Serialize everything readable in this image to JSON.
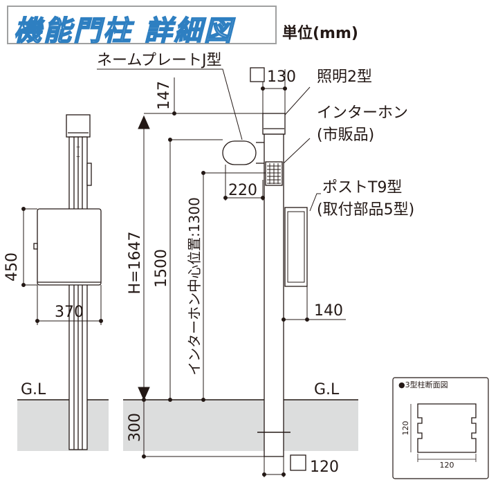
{
  "title": "機能門柱 詳細図",
  "unit_label": "単位(mm)",
  "labels": {
    "nameplate": "ネームプレートJ型",
    "light": "照明2型",
    "intercom_line1": "インターホン",
    "intercom_line2": "(市販品)",
    "post_line1": "ポストT9型",
    "post_line2": "(取付部品5型)",
    "gl_left": "G.L",
    "gl_right": "G.L"
  },
  "dimensions": {
    "light_size": "130",
    "top_offset": "147",
    "nameplate_width": "220",
    "post_height": "450",
    "post_width": "370",
    "total_height": "H=1647",
    "height_1500": "1500",
    "intercom_center": "インターホン中心位置:1300",
    "post_offset": "140",
    "underground": "300",
    "column_size": "120"
  },
  "section": {
    "title": "●3型柱断面図",
    "width": "120",
    "height": "120"
  },
  "colors": {
    "title_outline": "#2e7fc1",
    "ground": "#dcdddd",
    "line": "#231815",
    "frame": "#9fa0a0"
  }
}
